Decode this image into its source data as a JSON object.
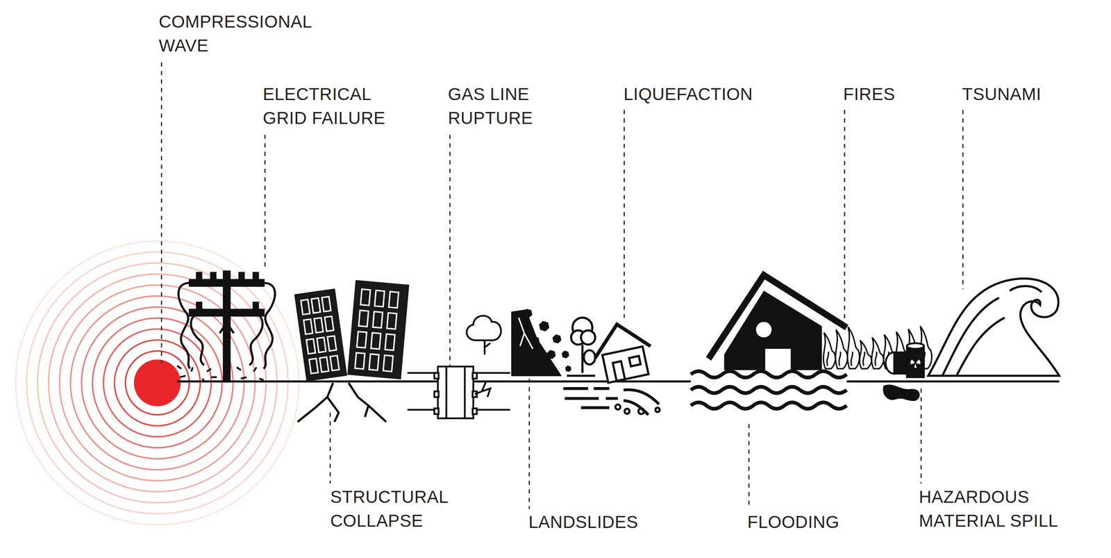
{
  "diagram": {
    "labels": [
      "COMPRESSIONAL WAVE",
      "ELECTRICAL GRID FAILURE",
      "GAS LINE RUPTURE",
      "LIQUEFACTION",
      "FIRES",
      "TSUNAMI",
      "STRUCTURAL COLLAPSE",
      "LANDSLIDES",
      "FLOODING",
      "HAZARDOUS MATERIAL SPILL"
    ]
  }
}
